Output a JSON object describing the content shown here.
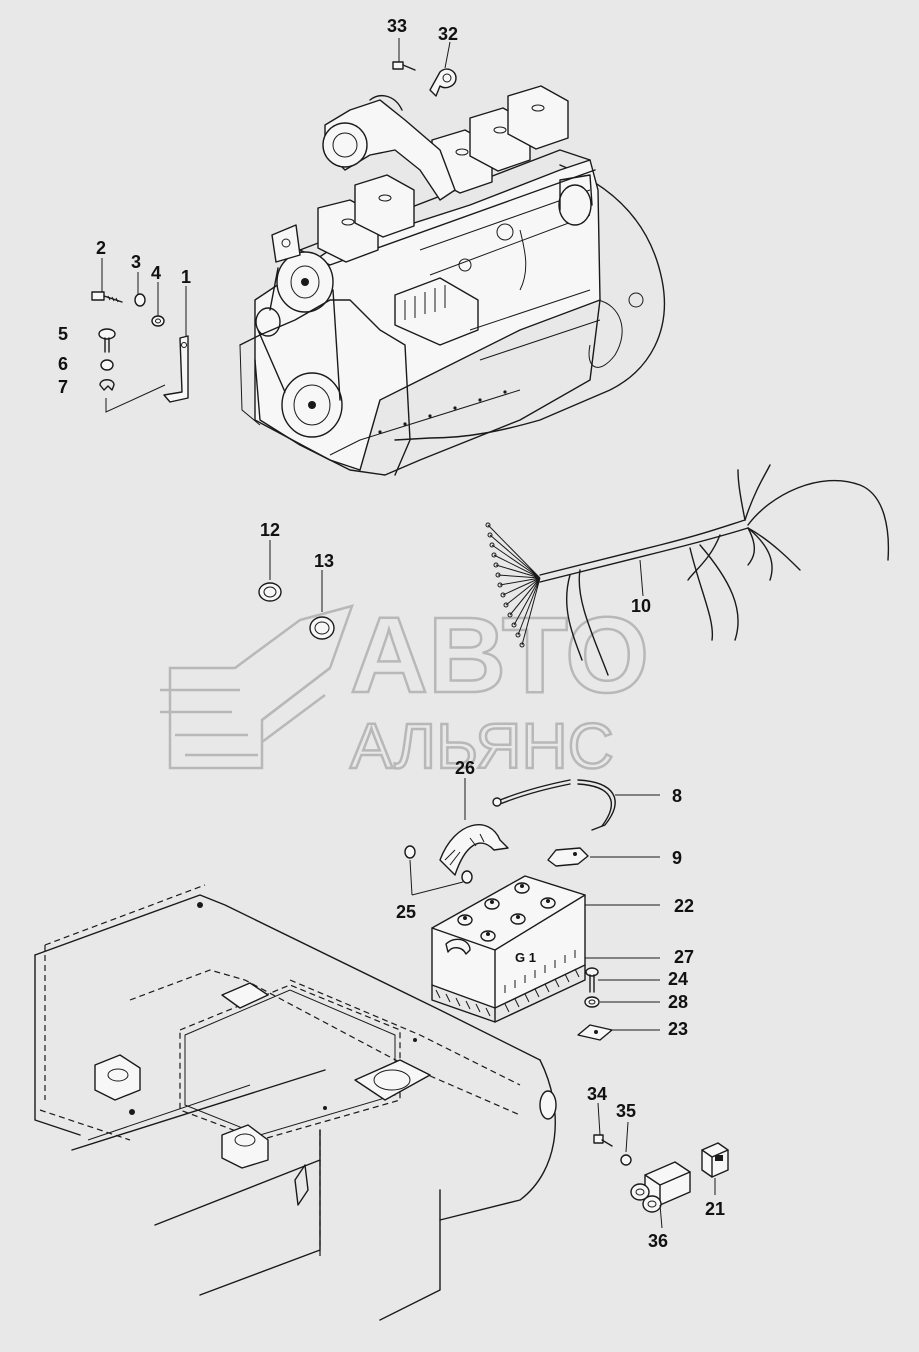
{
  "watermark": {
    "line1": "АВТО",
    "line2": "АЛЬЯНС"
  },
  "battery": {
    "marking": "G 1"
  },
  "callouts": [
    {
      "id": "c33",
      "label": "33"
    },
    {
      "id": "c32",
      "label": "32"
    },
    {
      "id": "c2",
      "label": "2"
    },
    {
      "id": "c3",
      "label": "3"
    },
    {
      "id": "c4",
      "label": "4"
    },
    {
      "id": "c1",
      "label": "1"
    },
    {
      "id": "c5",
      "label": "5"
    },
    {
      "id": "c6",
      "label": "6"
    },
    {
      "id": "c7",
      "label": "7"
    },
    {
      "id": "c12",
      "label": "12"
    },
    {
      "id": "c13",
      "label": "13"
    },
    {
      "id": "c10",
      "label": "10"
    },
    {
      "id": "c26",
      "label": "26"
    },
    {
      "id": "c8",
      "label": "8"
    },
    {
      "id": "c9",
      "label": "9"
    },
    {
      "id": "c25",
      "label": "25"
    },
    {
      "id": "c22",
      "label": "22"
    },
    {
      "id": "c27",
      "label": "27"
    },
    {
      "id": "c24",
      "label": "24"
    },
    {
      "id": "c28",
      "label": "28"
    },
    {
      "id": "c23",
      "label": "23"
    },
    {
      "id": "c34",
      "label": "34"
    },
    {
      "id": "c35",
      "label": "35"
    },
    {
      "id": "c21",
      "label": "21"
    },
    {
      "id": "c36",
      "label": "36"
    }
  ]
}
